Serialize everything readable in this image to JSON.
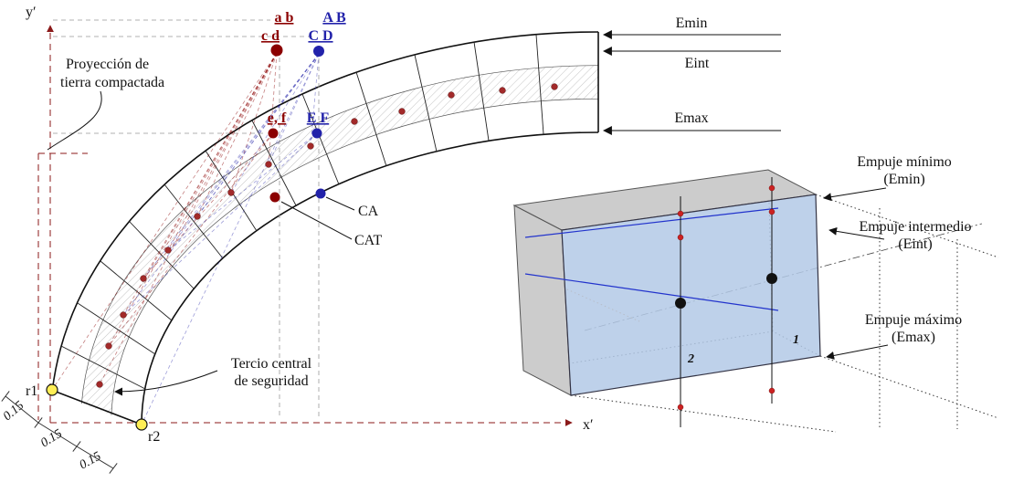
{
  "axes": {
    "y": "y′",
    "x": "x′"
  },
  "springing": {
    "r1": "r1",
    "r2": "r2"
  },
  "cluster": {
    "ab": "a b",
    "cd": "c d",
    "AB": "A B",
    "CD": "C D",
    "ef": "e, f",
    "EF": "E F"
  },
  "labels": {
    "projection_line1": "Proyección de",
    "projection_line2": "tierra compactada",
    "tercio_line1": "Tercio central",
    "tercio_line2": "de seguridad",
    "ca": "CA",
    "cat": "CAT"
  },
  "forces": {
    "emin": "Emin",
    "eint": "Eint",
    "emax": "Emax"
  },
  "dims": {
    "d1": "0.15",
    "d2": "0.15",
    "d3": "0.15"
  },
  "inset": {
    "empuje_min_line1": "Empuje mínimo",
    "empuje_min_line2": "(Emin)",
    "empuje_int_line1": "Empuje intermedio",
    "empuje_int_line2": "(Eint)",
    "empuje_max_line1": "Empuje máximo",
    "empuje_max_line2": "(Emax)",
    "section_1": "1",
    "section_2": "2"
  },
  "colors": {
    "dark_red": "#8b0000",
    "blue": "#2222aa",
    "axis_red": "#8b1a1a",
    "yellow": "#ffee55",
    "face_blue": "#b3c9e6",
    "face_gray": "#cccccc",
    "dot_red": "#aa2222",
    "black": "#111111"
  }
}
